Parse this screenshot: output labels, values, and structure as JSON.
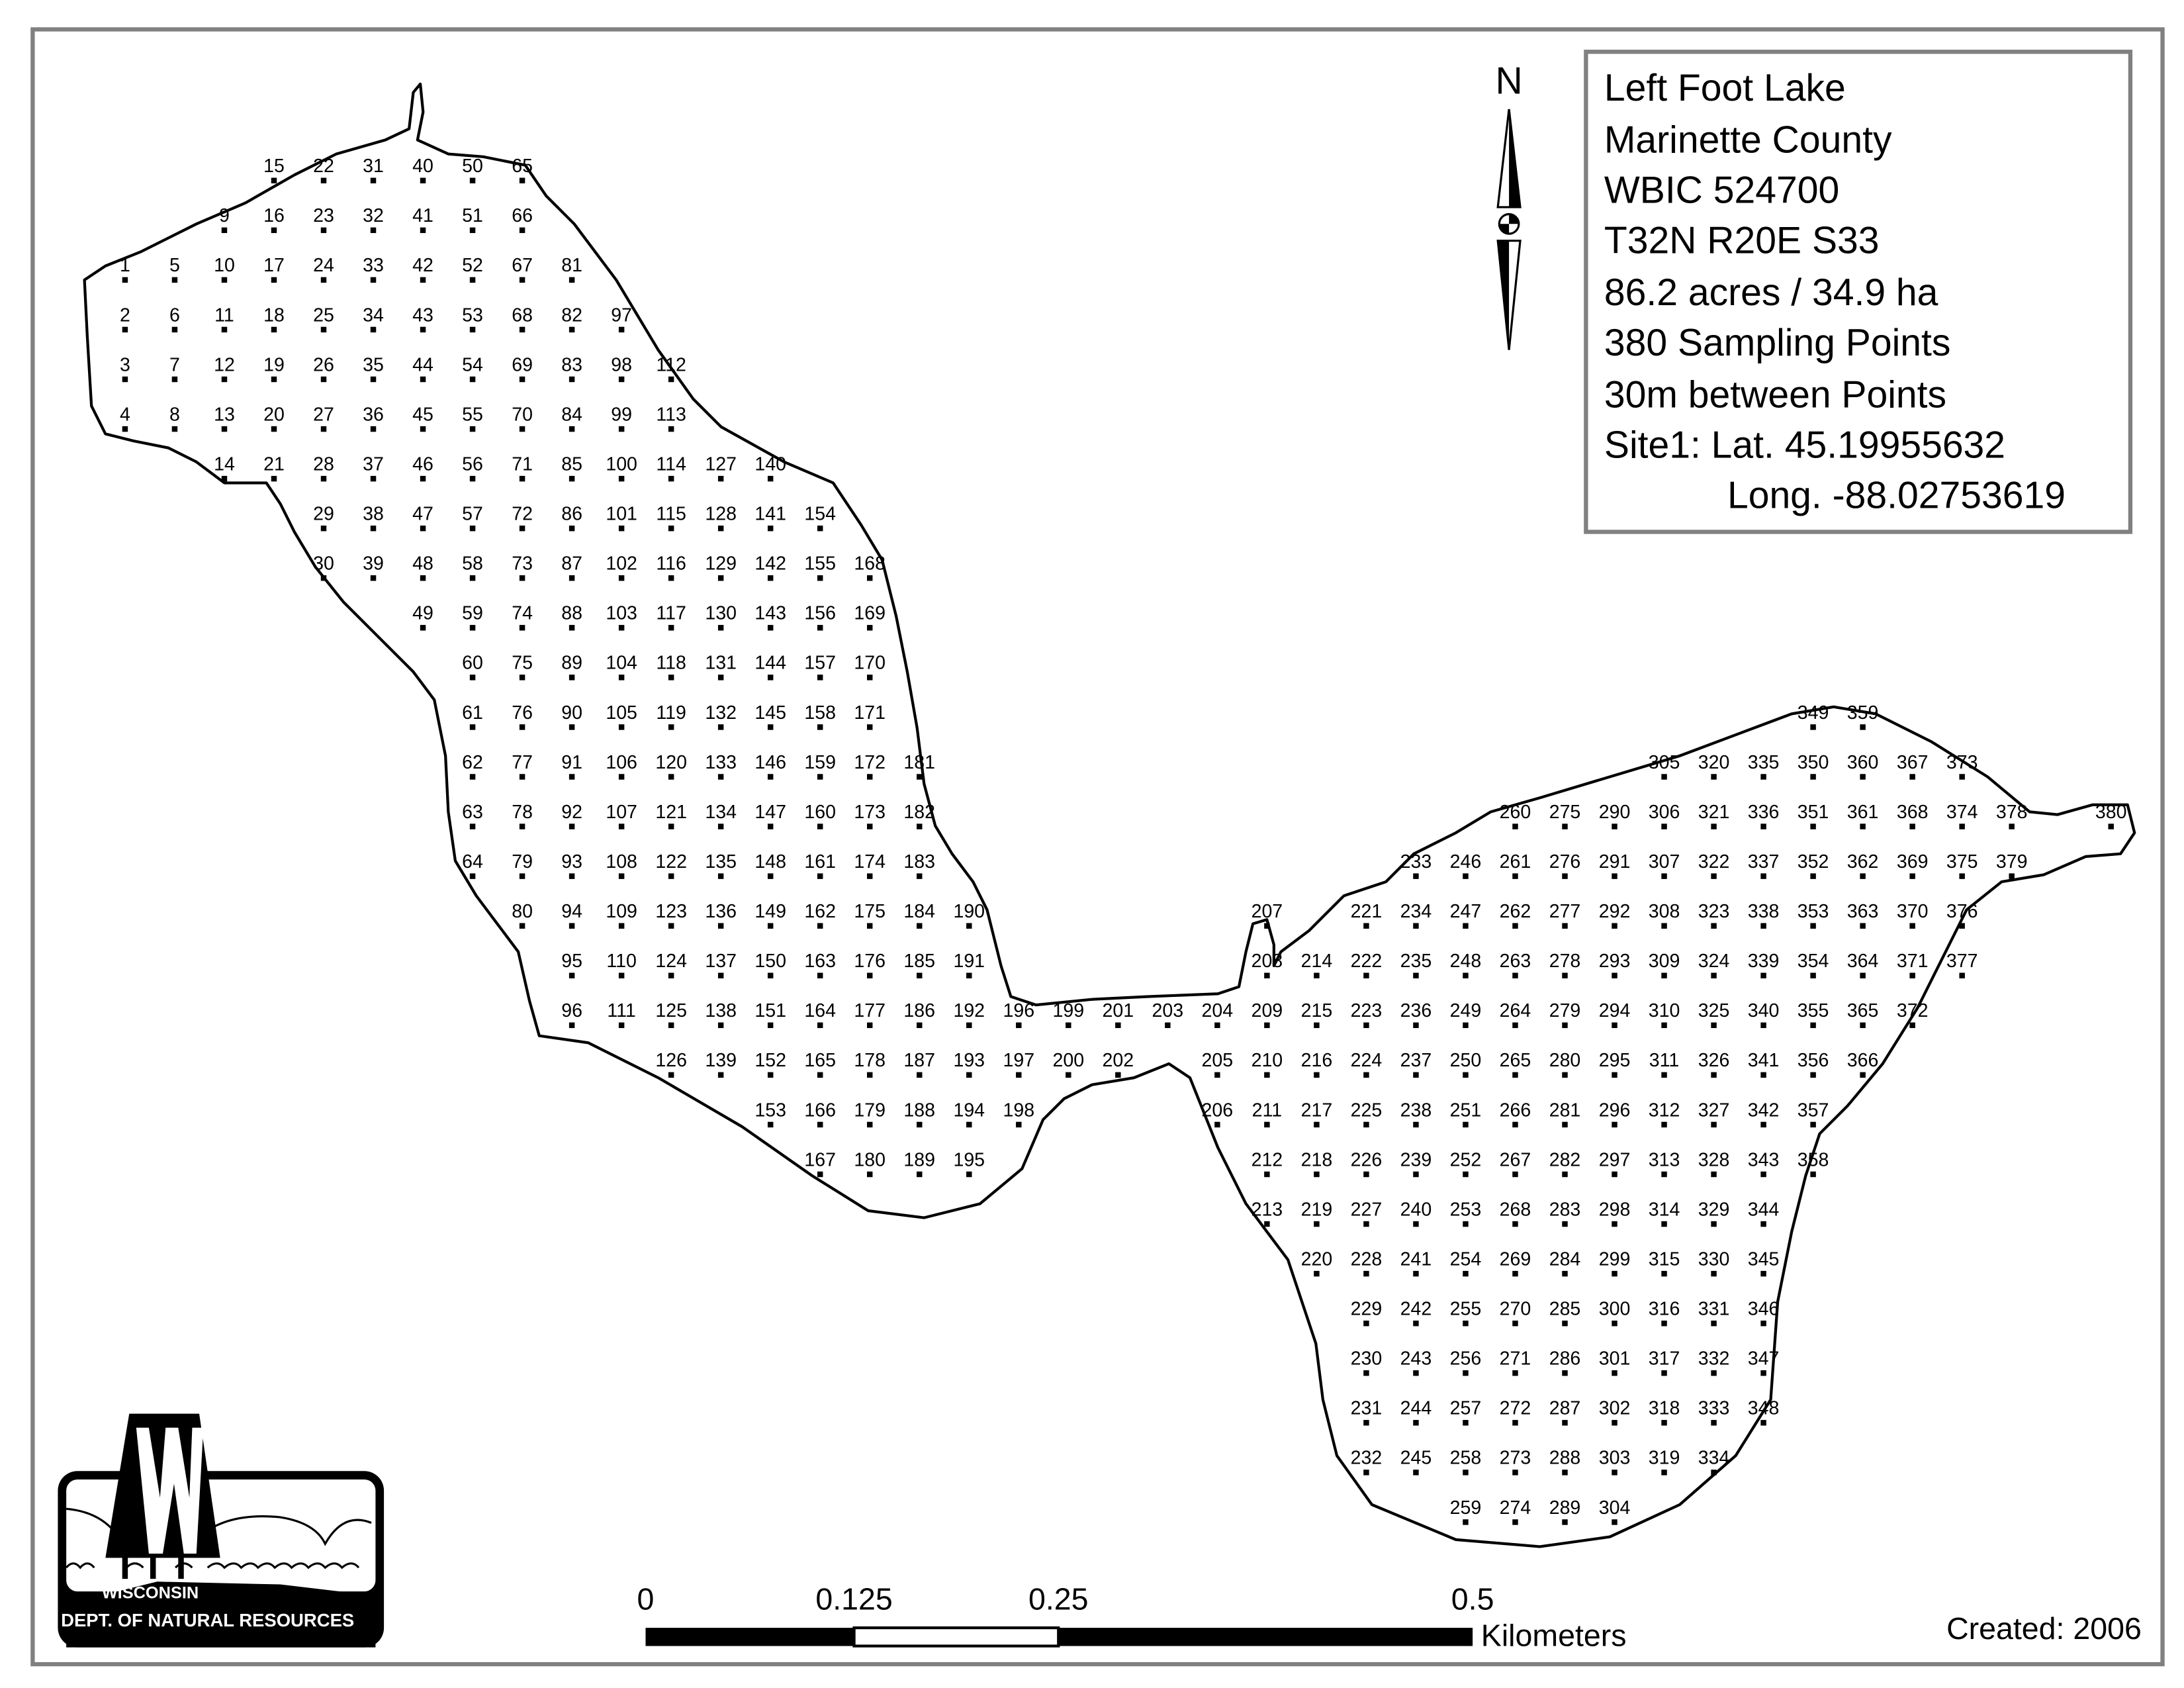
{
  "legend": {
    "lines": [
      "Left Foot Lake",
      "Marinette County",
      "WBIC 524700",
      "T32N R20E S33",
      "86.2 acres / 34.9 ha",
      "380 Sampling Points",
      "30m between Points",
      "Site1: Lat. 45.19955632"
    ],
    "long_line": "Long. -88.02753619"
  },
  "north_arrow": {
    "label": "N"
  },
  "scale_bar": {
    "ticks": [
      "0",
      "0.125",
      "0.25",
      "0.5"
    ],
    "unit": "Kilometers"
  },
  "created": "Created: 2006",
  "logo": {
    "line1": "WISCONSIN",
    "line2": "DEPT. OF NATURAL RESOURCES"
  },
  "colors": {
    "border": "#808080",
    "ink": "#000000",
    "background": "#ffffff"
  },
  "sampling_grid": {
    "columns": [
      {
        "start": 1,
        "row": 2,
        "count": 4
      },
      {
        "start": 5,
        "row": 2,
        "count": 4
      },
      {
        "start": 9,
        "row": 1,
        "count": 6
      },
      {
        "start": 15,
        "row": 0,
        "count": 7
      },
      {
        "start": 22,
        "row": 0,
        "count": 9
      },
      {
        "start": 31,
        "row": 0,
        "count": 9
      },
      {
        "start": 40,
        "row": 0,
        "count": 10
      },
      {
        "start": 50,
        "row": 0,
        "count": 15
      },
      {
        "start": 65,
        "row": 0,
        "count": 16
      },
      {
        "start": 81,
        "row": 2,
        "count": 16
      },
      {
        "start": 97,
        "row": 3,
        "count": 15
      },
      {
        "start": 112,
        "row": 4,
        "count": 15
      },
      {
        "start": 127,
        "row": 6,
        "count": 13
      },
      {
        "start": 140,
        "row": 6,
        "count": 14
      },
      {
        "start": 154,
        "row": 7,
        "count": 14
      },
      {
        "start": 168,
        "row": 8,
        "count": 13
      },
      {
        "start": 181,
        "row": 12,
        "count": 9
      },
      {
        "start": 190,
        "row": 15,
        "count": 6
      },
      {
        "start": 196,
        "row": 17,
        "count": 3
      },
      {
        "start": 199,
        "row": 17,
        "count": 2
      },
      {
        "start": 201,
        "row": 17,
        "count": 2
      },
      {
        "start": 203,
        "row": 17,
        "count": 1
      },
      {
        "start": 204,
        "row": 17,
        "count": 3
      },
      {
        "start": 207,
        "row": 15,
        "count": 7
      },
      {
        "start": 214,
        "row": 16,
        "count": 7
      },
      {
        "start": 221,
        "row": 15,
        "count": 12
      },
      {
        "start": 233,
        "row": 14,
        "count": 13
      },
      {
        "start": 246,
        "row": 14,
        "count": 14
      },
      {
        "start": 260,
        "row": 13,
        "count": 15
      },
      {
        "start": 275,
        "row": 13,
        "count": 15
      },
      {
        "start": 290,
        "row": 13,
        "count": 15
      },
      {
        "start": 305,
        "row": 12,
        "count": 15
      },
      {
        "start": 320,
        "row": 12,
        "count": 15
      },
      {
        "start": 335,
        "row": 12,
        "count": 14
      },
      {
        "start": 349,
        "row": 11,
        "count": 10
      },
      {
        "start": 359,
        "row": 11,
        "count": 8
      },
      {
        "start": 367,
        "row": 12,
        "count": 6
      },
      {
        "start": 373,
        "row": 12,
        "count": 5
      },
      {
        "start": 378,
        "row": 13,
        "count": 2
      },
      null,
      {
        "start": 380,
        "row": 13,
        "count": 1
      }
    ]
  }
}
